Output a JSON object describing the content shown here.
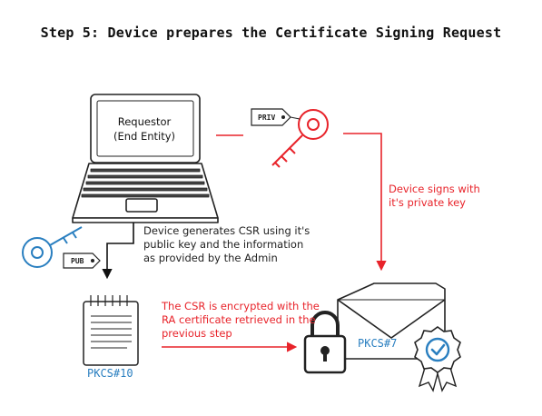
{
  "title": "Step 5: Device prepares the Certificate Signing Request",
  "requestor": {
    "line1": "Requestor",
    "line2": "(End Entity)"
  },
  "priv_tag": "PRIV",
  "pub_tag": "PUB",
  "csr_note": {
    "line1": "Device generates CSR using it's",
    "line2": "public key and the information",
    "line3": "as provided by the Admin"
  },
  "sign_note": {
    "line1": "Device signs with",
    "line2": "it's private key"
  },
  "encrypt_note": {
    "line1": "The CSR is encrypted with the",
    "line2": "RA certificate retrieved in the",
    "line3": "previous step"
  },
  "pkcs10": "PKCS#10",
  "pkcs7": "PKCS#7",
  "colors": {
    "red": "#e8232a",
    "blue": "#2a7fc0",
    "ink": "#222222"
  }
}
